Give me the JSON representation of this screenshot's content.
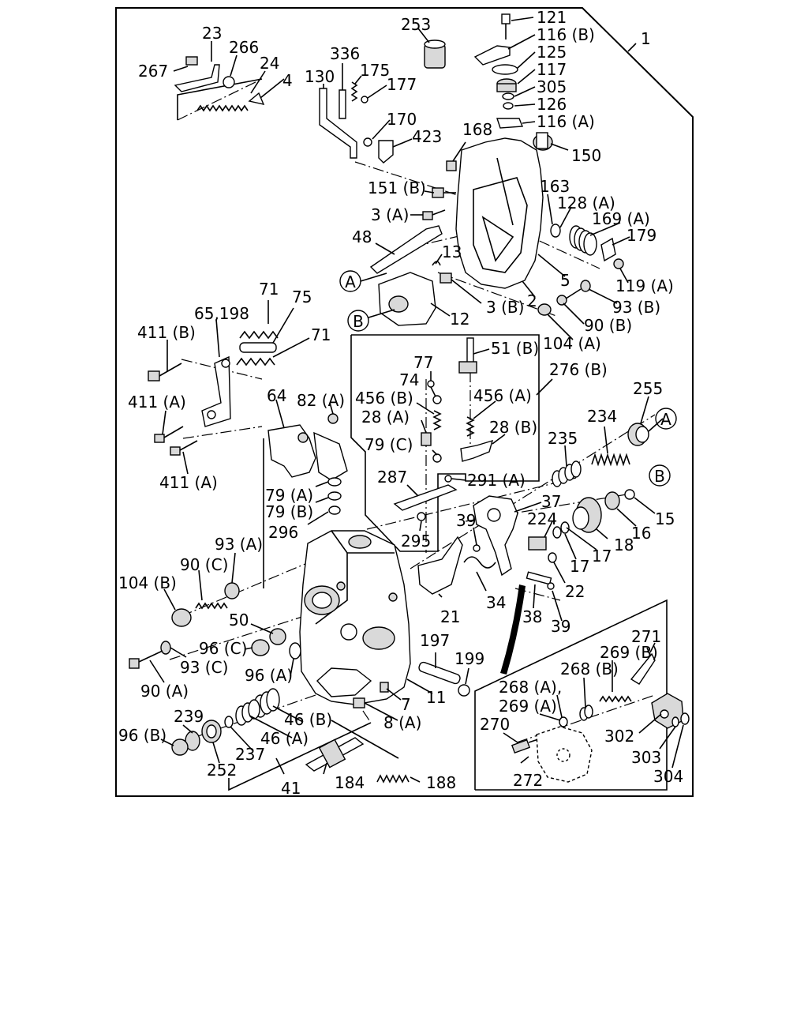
{
  "sheet": {
    "assembly_label": "1"
  },
  "refs": {
    "A": "A",
    "B": "B"
  },
  "labels": {
    "l23": "23",
    "l266": "266",
    "l267": "267",
    "l24": "24",
    "l4": "4",
    "l336": "336",
    "l130": "130",
    "l175": "175",
    "l177": "177",
    "l170": "170",
    "l423": "423",
    "l253": "253",
    "l121": "121",
    "l116B": "116 (B)",
    "l125": "125",
    "l117": "117",
    "l305": "305",
    "l126": "126",
    "l116A": "116 (A)",
    "l168": "168",
    "l150": "150",
    "l151B": "151 (B)",
    "l3A": "3 (A)",
    "l163": "163",
    "l128A": "128 (A)",
    "l169A": "169 (A)",
    "l179": "179",
    "l48": "48",
    "l13": "13",
    "l5": "5",
    "l119A": "119 (A)",
    "l93B": "93 (B)",
    "l3B": "3 (B)",
    "l2": "2",
    "l12": "12",
    "l90B": "90 (B)",
    "l104A": "104 (A)",
    "l71a": "71",
    "l65198": "65,198",
    "l75": "75",
    "l411B": "411 (B)",
    "l71b": "71",
    "l411A1": "411 (A)",
    "l411A2": "411 (A)",
    "l77": "77",
    "l51B": "51 (B)",
    "l74": "74",
    "l276B": "276 (B)",
    "l456B": "456 (B)",
    "l456A": "456 (A)",
    "l28A": "28 (A)",
    "l28B": "28 (B)",
    "l79C": "79 (C)",
    "l287": "287",
    "l291A": "291 (A)",
    "l295": "295",
    "l255": "255",
    "l234": "234",
    "l235": "235",
    "l15": "15",
    "l37": "37",
    "l16": "16",
    "l224": "224",
    "l18": "18",
    "l17a": "17",
    "l17b": "17",
    "l39a": "39",
    "l22": "22",
    "l64": "64",
    "l82A": "82 (A)",
    "l79A": "79 (A)",
    "l79B": "79 (B)",
    "l296": "296",
    "l93A": "93 (A)",
    "l90C": "90 (C)",
    "l104B": "104 (B)",
    "l21": "21",
    "l34": "34",
    "l38": "38",
    "l39b": "39",
    "l50": "50",
    "l96C": "96 (C)",
    "l93C": "93 (C)",
    "l96A": "96 (A)",
    "l197": "197",
    "l199": "199",
    "l90A": "90 (A)",
    "l11": "11",
    "l7": "7",
    "l8A": "8 (A)",
    "l239": "239",
    "l46B": "46 (B)",
    "l96B": "96 (B)",
    "l46A": "46 (A)",
    "l237": "237",
    "l252": "252",
    "l41": "41",
    "l184": "184",
    "l188": "188",
    "l271": "271",
    "l269B": "269 (B)",
    "l268B": "268 (B)",
    "l268A": "268 (A),",
    "l269A": "269 (A)",
    "l270": "270",
    "l302": "302",
    "l303": "303",
    "l304": "304",
    "l272": "272"
  }
}
